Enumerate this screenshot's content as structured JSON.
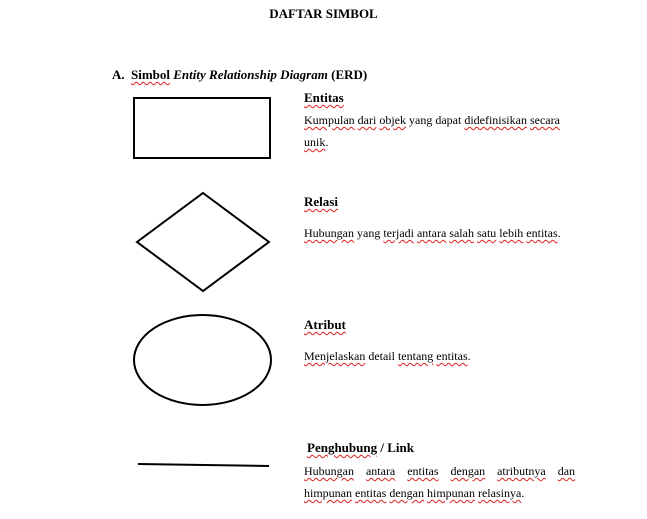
{
  "document": {
    "title": "DAFTAR SIMBOL",
    "section": {
      "number": "A.",
      "word_simbol": "Simbol",
      "italic_phrase": "Entity Relationship Diagram",
      "suffix": "(ERD)"
    },
    "symbols": [
      {
        "shape": "rectangle",
        "name": "Entitas",
        "description": "Kumpulan dari objek yang dapat didefinisikan secara unik."
      },
      {
        "shape": "diamond",
        "name": "Relasi",
        "description": "Hubungan yang terjadi antara salah satu lebih entitas."
      },
      {
        "shape": "ellipse",
        "name": "Atribut",
        "description": "Menjelaskan detail tentang entitas."
      },
      {
        "shape": "line",
        "name": "Penghubung / Link",
        "description": "Hubungan antara entitas dengan atributnya dan himpunan entitas dengan himpunan relasinya."
      }
    ],
    "spellcheck_color": "#e02020"
  }
}
